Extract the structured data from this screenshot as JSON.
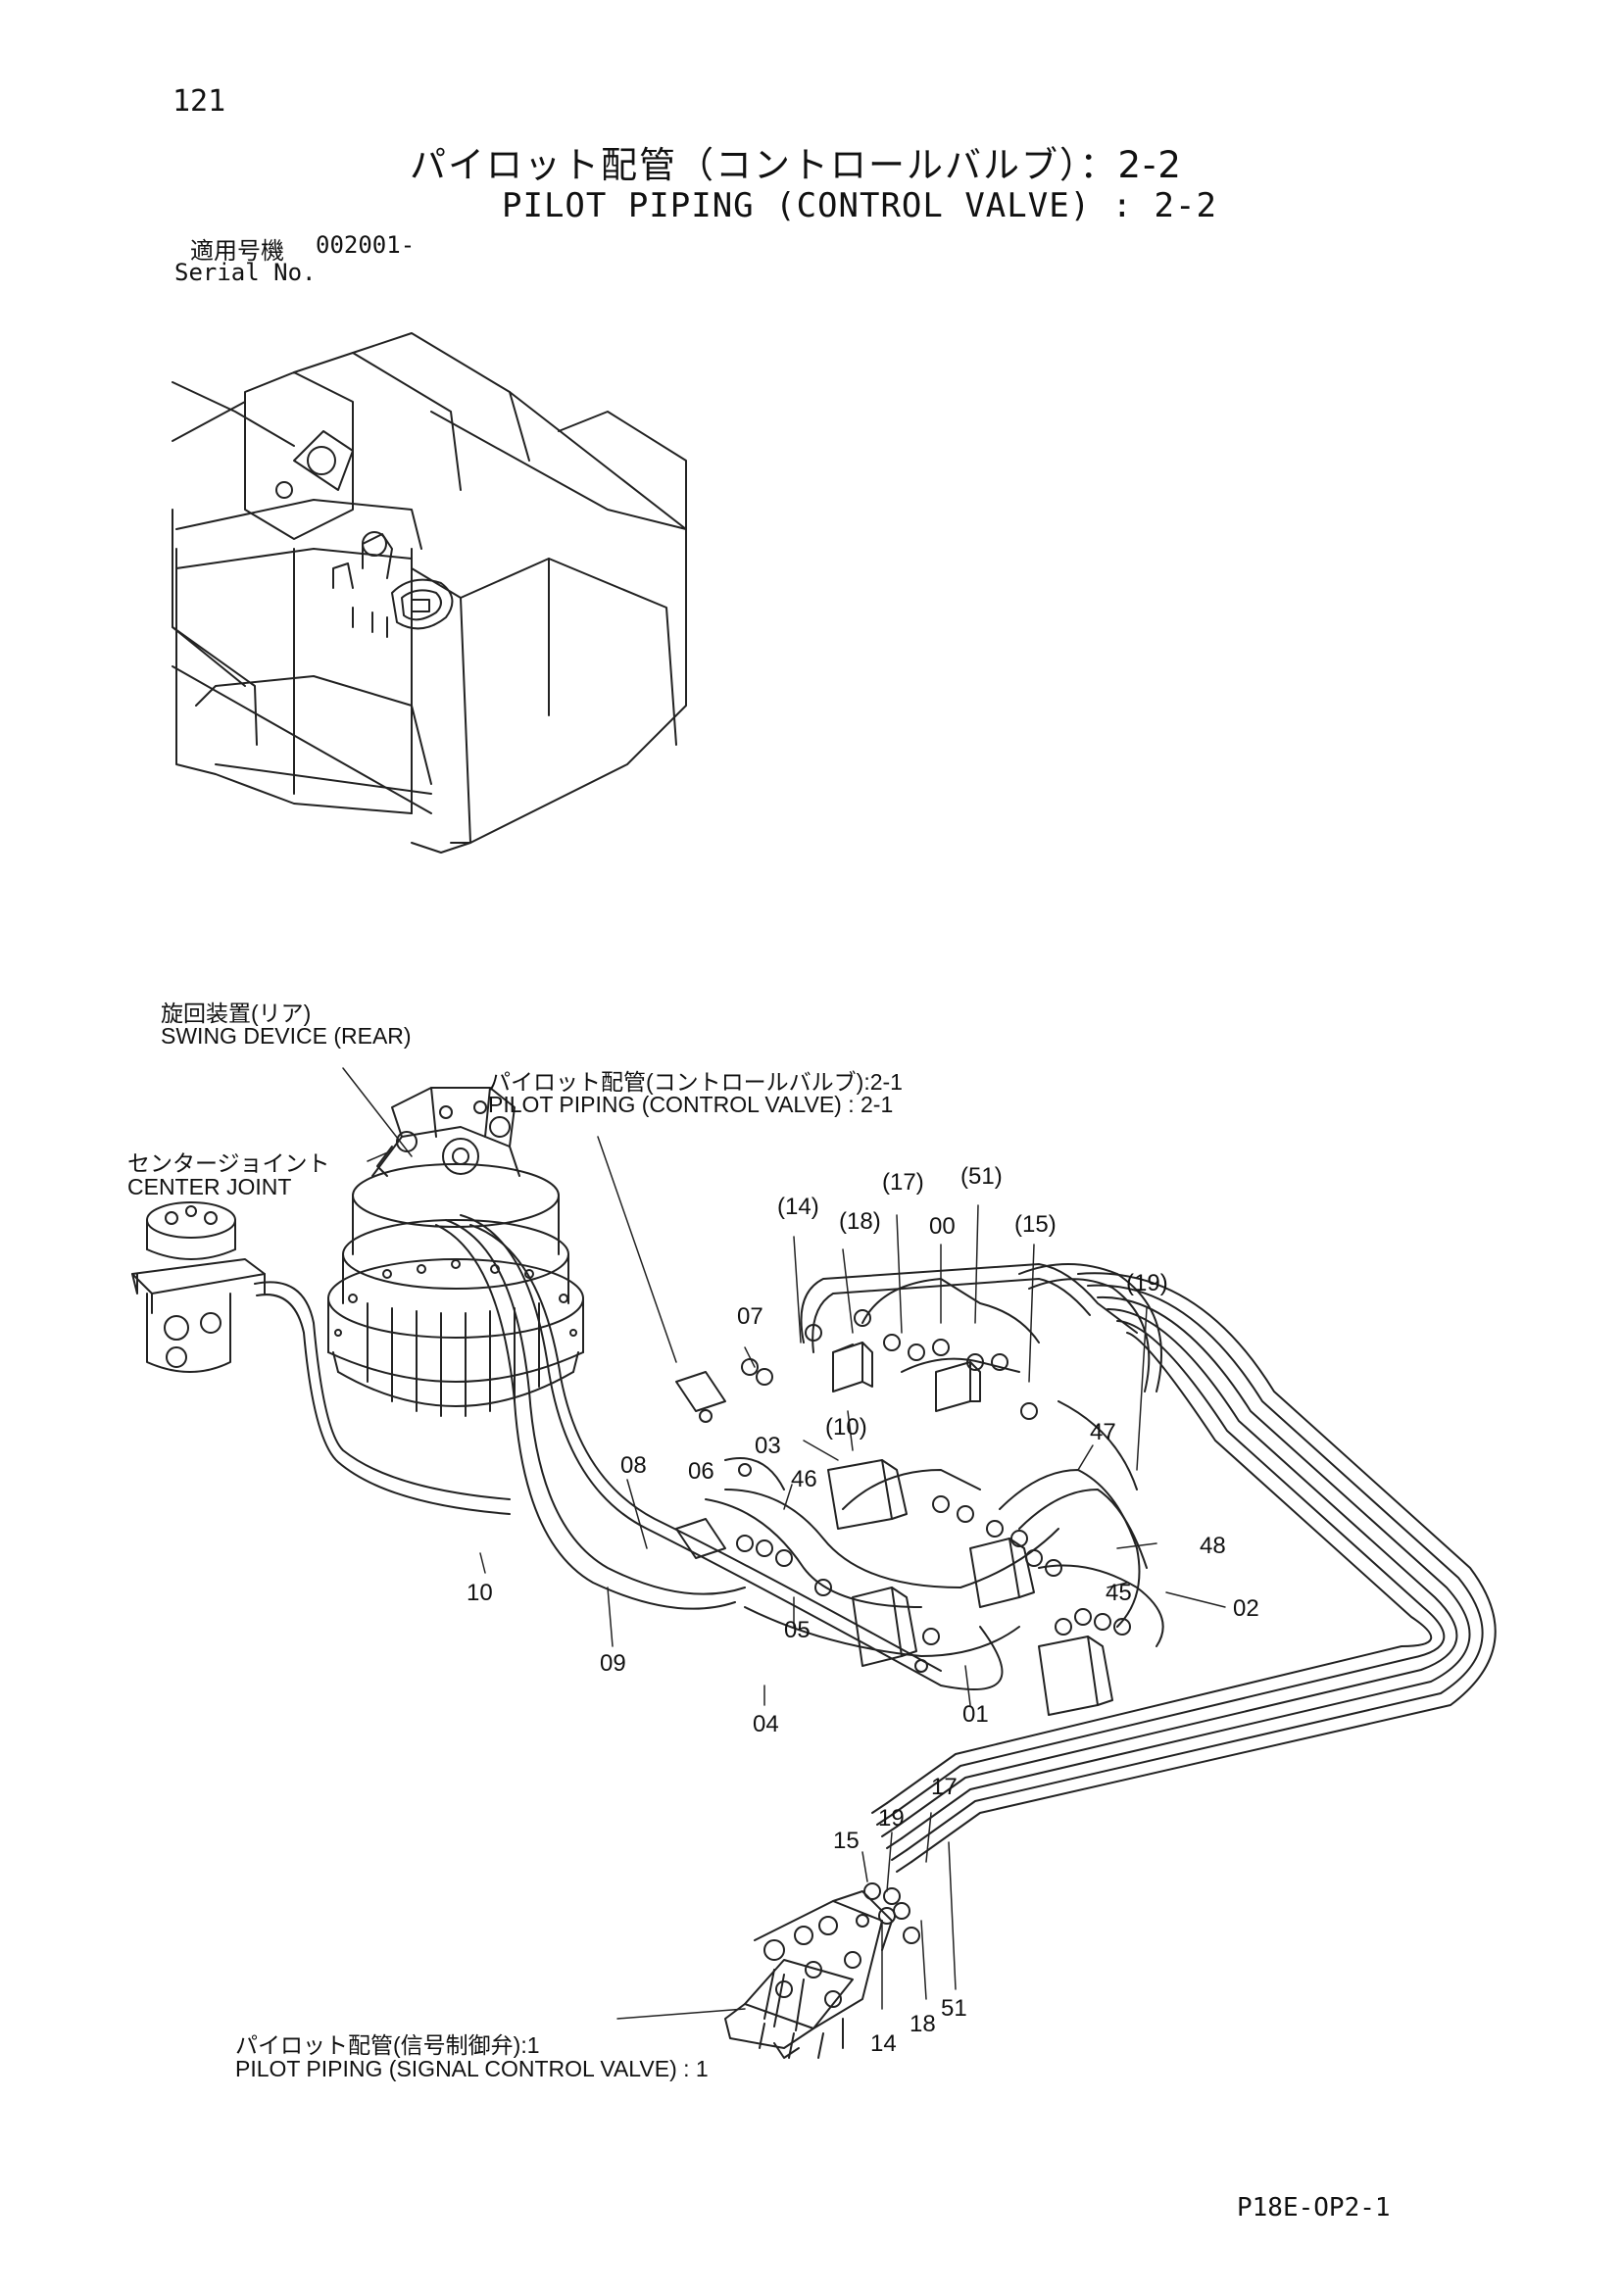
{
  "header": {
    "page_number": "121",
    "title_jp": "パイロット配管（コントロールバルブ）：2-2",
    "title_en": "PILOT PIPING (CONTROL VALVE) : 2-2",
    "serial_label_jp": "適用号機",
    "serial_value": "002001-",
    "serial_label_en": "Serial No."
  },
  "callouts": {
    "swing_device_jp": "旋回装置(リア)",
    "swing_device_en": "SWING DEVICE (REAR)",
    "pilot_cv21_jp": "パイロット配管(コントロールバルブ):2-1",
    "pilot_cv21_en": "PILOT PIPING (CONTROL VALVE) : 2-1",
    "center_joint_jp": "センタージョイント",
    "center_joint_en": "CENTER JOINT",
    "pilot_sig_jp": "パイロット配管(信号制御弁):1",
    "pilot_sig_en": "PILOT PIPING (SIGNAL CONTROL VALVE) : 1"
  },
  "part_numbers": {
    "p14a": "(14)",
    "p18a": "(18)",
    "p17a": "(17)",
    "p51a": "(51)",
    "p00": "00",
    "p15a": "(15)",
    "p19a": "(19)",
    "p07": "07",
    "p03": "03",
    "p10a": "(10)",
    "p47": "47",
    "p08": "08",
    "p06": "06",
    "p46": "46",
    "p48": "48",
    "p45": "45",
    "p02": "02",
    "p10": "10",
    "p09": "09",
    "p05": "05",
    "p04": "04",
    "p01": "01",
    "p17": "17",
    "p19": "19",
    "p15": "15",
    "p51": "51",
    "p18": "18",
    "p14": "14"
  },
  "footer": {
    "drawing_code": "P18E-OP2-1"
  }
}
